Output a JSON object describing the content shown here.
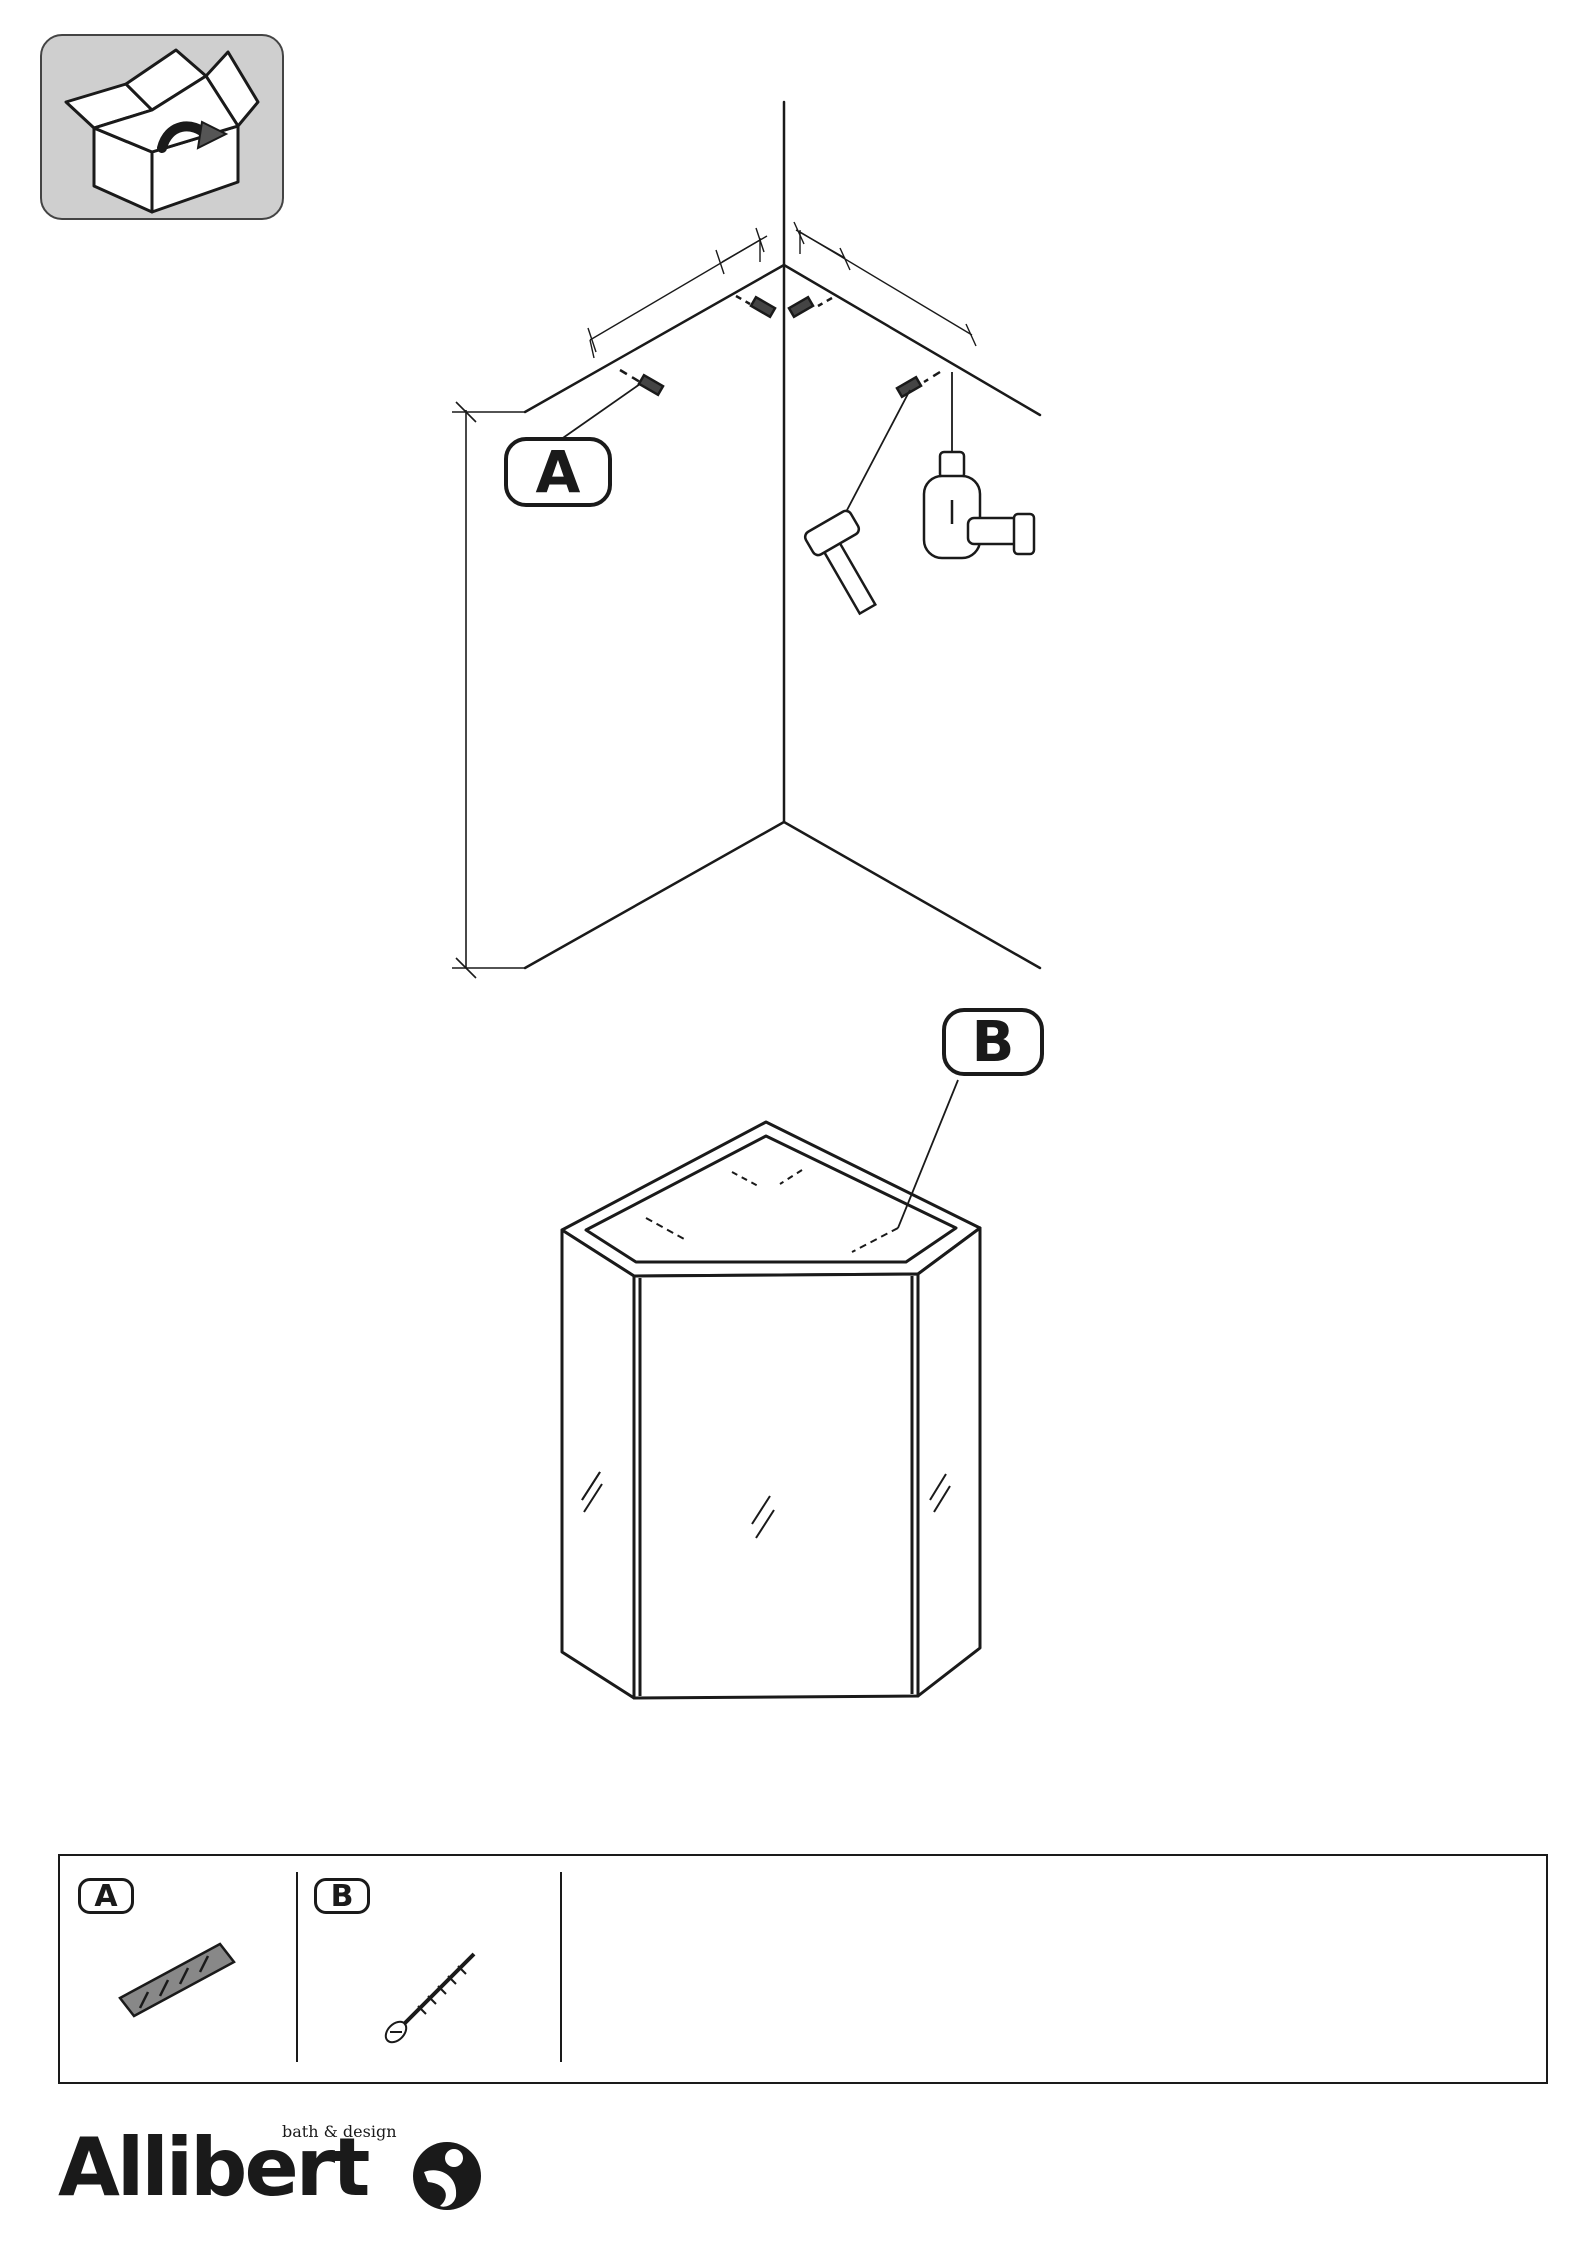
{
  "labels": {
    "anchor": "A",
    "screw": "B"
  },
  "parts": [
    {
      "key": "A",
      "icon": "wall-plug-icon"
    },
    {
      "key": "B",
      "icon": "screw-icon"
    }
  ],
  "brand": {
    "name": "Allibert",
    "tagline": "bath & design",
    "logo_icon": "allibert-logo-icon"
  },
  "icons": {
    "unboxing": "open-box-icon",
    "hammer": "hammer-icon",
    "drill": "drill-icon"
  },
  "colors": {
    "ink": "#1a1a1a",
    "badge_bg": "#cfcfcf"
  }
}
